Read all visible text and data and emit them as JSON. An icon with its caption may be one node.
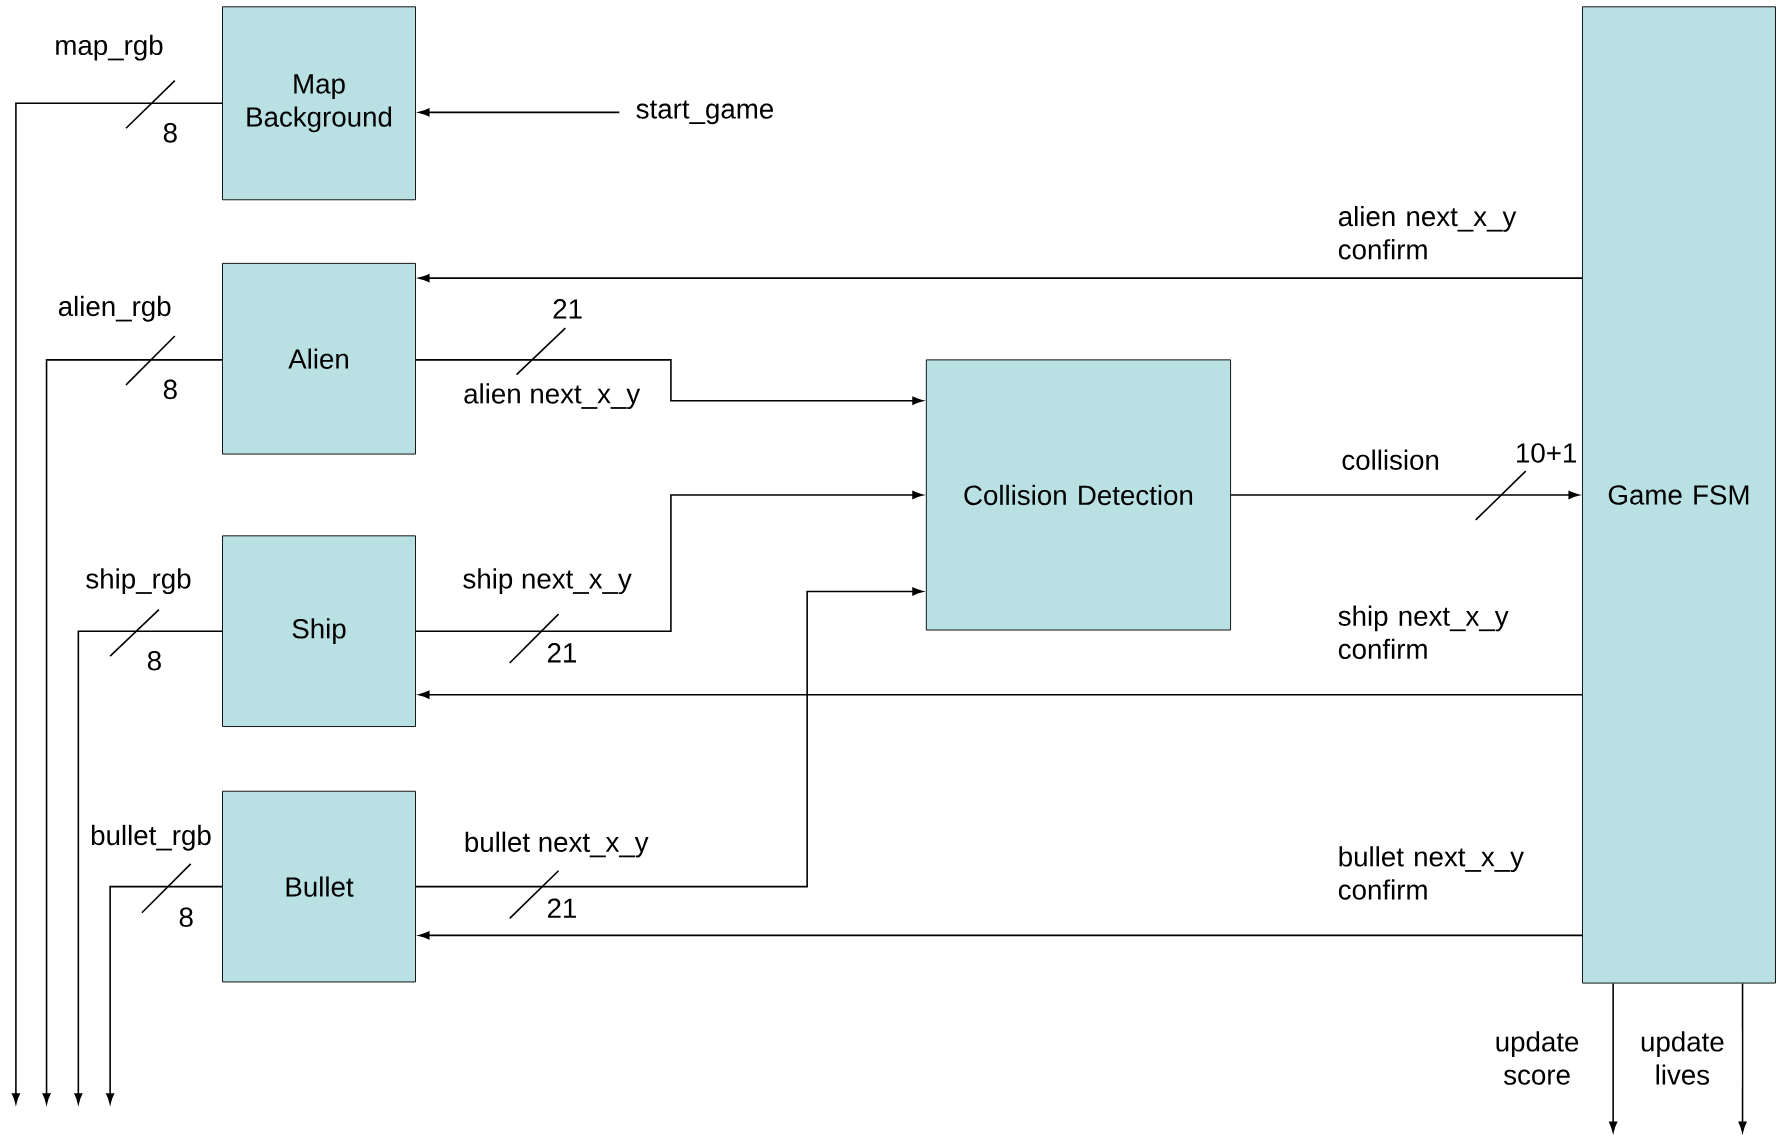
{
  "diagram": {
    "nodes": [
      {
        "text": [
          "Map Background"
        ]
      },
      {
        "text": [
          "start_game"
        ]
      },
      {
        "text": [
          "Alien"
        ]
      },
      {
        "text": [
          "Ship"
        ]
      },
      {
        "text": [
          "Bullet"
        ]
      },
      {
        "text": [
          "Collision Detection"
        ]
      },
      {
        "text": [
          "Game FSM"
        ]
      }
    ],
    "edges": [
      {
        "from": 1,
        "to": 0,
        "arrow": "to"
      },
      {
        "from": 0,
        "to": null,
        "arrow": "to",
        "label": "map_rgb"
      },
      {
        "from": 6,
        "to": 2,
        "arrow": "to",
        "label": "alien next_x_y confirm"
      },
      {
        "from": 2,
        "to": null,
        "arrow": "to",
        "label": "alien_rgb"
      },
      {
        "from": 2,
        "to": 5,
        "arrow": "to",
        "label": "alien next_x_y"
      },
      {
        "from": 5,
        "to": 6,
        "arrow": "to",
        "label": "collision"
      },
      {
        "from": 3,
        "to": null,
        "arrow": "to",
        "label": "ship_rgb"
      },
      {
        "from": 3,
        "to": 5,
        "arrow": "to",
        "label": "ship next_x_y"
      },
      {
        "from": 6,
        "to": 3,
        "arrow": "to",
        "label": "ship next_x_y confirm"
      },
      {
        "from": 4,
        "to": null,
        "arrow": "to",
        "label": "bullet_rgb"
      },
      {
        "from": 4,
        "to": 5,
        "arrow": "to",
        "label": "bullet next_x_y"
      },
      {
        "from": 6,
        "to": 4,
        "arrow": "to",
        "label": "bullet next_x_y confirm"
      },
      {
        "from": 6,
        "to": null,
        "arrow": "to",
        "label": "update score"
      },
      {
        "from": 6,
        "to": null,
        "arrow": "to",
        "label": "update lives"
      }
    ],
    "labels": [
      "8",
      "21",
      "8",
      "10+1",
      "21",
      "8",
      "21",
      "8"
    ]
  }
}
